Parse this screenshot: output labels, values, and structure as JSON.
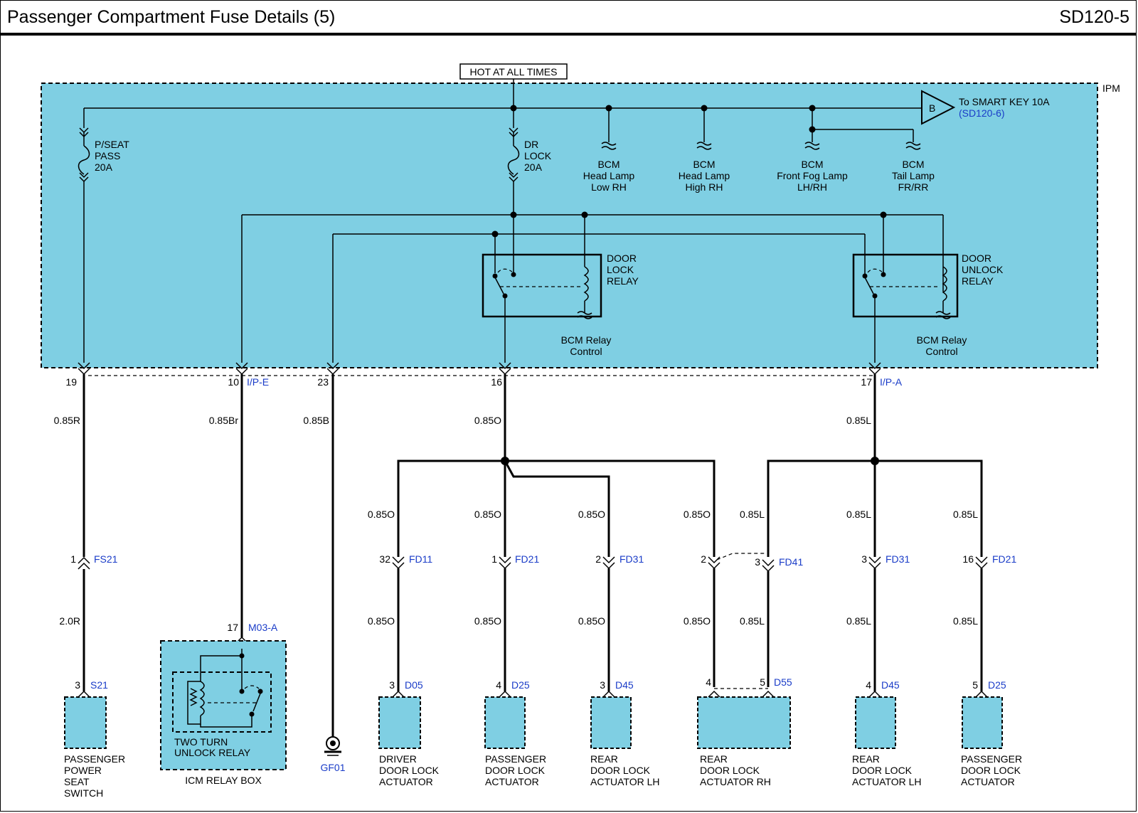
{
  "header": {
    "title": "Passenger Compartment Fuse Details (5)",
    "code": "SD120-5"
  },
  "power": {
    "hot_label": "HOT AT ALL TIMES"
  },
  "ipm": {
    "label": "IPM"
  },
  "smart_key": {
    "connector": "B",
    "to_label": "To SMART KEY 10A",
    "ref": "(SD120-6)"
  },
  "fuses": [
    {
      "lines": [
        "P/SEAT",
        "PASS",
        "20A"
      ]
    },
    {
      "lines": [
        "DR",
        "LOCK",
        "20A"
      ]
    }
  ],
  "bcm_loads": [
    {
      "lines": [
        "BCM",
        "Head Lamp",
        "Low RH"
      ]
    },
    {
      "lines": [
        "BCM",
        "Head Lamp",
        "High RH"
      ]
    },
    {
      "lines": [
        "BCM",
        "Front Fog Lamp",
        "LH/RH"
      ]
    },
    {
      "lines": [
        "BCM",
        "Tail Lamp",
        "FR/RR"
      ]
    }
  ],
  "relays": [
    {
      "lines": [
        "DOOR",
        "LOCK",
        "RELAY"
      ],
      "control": [
        "BCM Relay",
        "Control"
      ]
    },
    {
      "lines": [
        "DOOR",
        "UNLOCK",
        "RELAY"
      ],
      "control": [
        "BCM Relay",
        "Control"
      ]
    }
  ],
  "ipm_pins": [
    {
      "pin": "19",
      "conn": ""
    },
    {
      "pin": "10",
      "conn": "I/P-E"
    },
    {
      "pin": "23",
      "conn": ""
    },
    {
      "pin": "16",
      "conn": ""
    },
    {
      "pin": "17",
      "conn": "I/P-A"
    }
  ],
  "main_wires": [
    "0.85R",
    "0.85Br",
    "0.85B",
    "0.85O",
    "0.85L"
  ],
  "branch_upper_wires": [
    "0.85O",
    "0.85O",
    "0.85O",
    "0.85O",
    "0.85L",
    "0.85L",
    "0.85L"
  ],
  "inline_connectors": [
    {
      "pin": "1",
      "conn": "FS21"
    },
    {
      "pin": "32",
      "conn": "FD11"
    },
    {
      "pin": "1",
      "conn": "FD21"
    },
    {
      "pin": "2",
      "conn": "FD31"
    },
    {
      "pin": "2",
      "conn": ""
    },
    {
      "pin": "3",
      "conn": "FD41"
    },
    {
      "pin": "3",
      "conn": "FD31"
    },
    {
      "pin": "16",
      "conn": "FD21"
    }
  ],
  "lower_wires": [
    "2.0R",
    "0.85O",
    "0.85O",
    "0.85O",
    "0.85O",
    "0.85L",
    "0.85L",
    "0.85L"
  ],
  "icm": {
    "pin": "17",
    "conn": "M03-A",
    "relay_lines": [
      "TWO TURN",
      "UNLOCK RELAY"
    ],
    "box_label": "ICM RELAY BOX"
  },
  "ground": {
    "label": "GF01"
  },
  "components": [
    {
      "pins": [
        {
          "pin": "3",
          "conn": "S21"
        }
      ],
      "lines": [
        "PASSENGER",
        "POWER",
        "SEAT",
        "SWITCH"
      ]
    },
    {
      "pins": [
        {
          "pin": "3",
          "conn": "D05"
        }
      ],
      "lines": [
        "DRIVER",
        "DOOR LOCK",
        "ACTUATOR"
      ]
    },
    {
      "pins": [
        {
          "pin": "4",
          "conn": "D25"
        }
      ],
      "lines": [
        "PASSENGER",
        "DOOR LOCK",
        "ACTUATOR"
      ]
    },
    {
      "pins": [
        {
          "pin": "3",
          "conn": "D45"
        }
      ],
      "lines": [
        "REAR",
        "DOOR LOCK",
        "ACTUATOR LH"
      ]
    },
    {
      "pins": [
        {
          "pin": "4",
          "conn": ""
        },
        {
          "pin": "5",
          "conn": "D55"
        }
      ],
      "lines": [
        "REAR",
        "DOOR LOCK",
        "ACTUATOR RH"
      ]
    },
    {
      "pins": [
        {
          "pin": "4",
          "conn": "D45"
        }
      ],
      "lines": [
        "REAR",
        "DOOR LOCK",
        "ACTUATOR LH"
      ]
    },
    {
      "pins": [
        {
          "pin": "5",
          "conn": "D25"
        }
      ],
      "lines": [
        "PASSENGER",
        "DOOR LOCK",
        "ACTUATOR"
      ]
    }
  ],
  "colors": {
    "zone_fill": "#7fcfe3",
    "connector_text": "#1a3cc8",
    "line": "#000000"
  }
}
